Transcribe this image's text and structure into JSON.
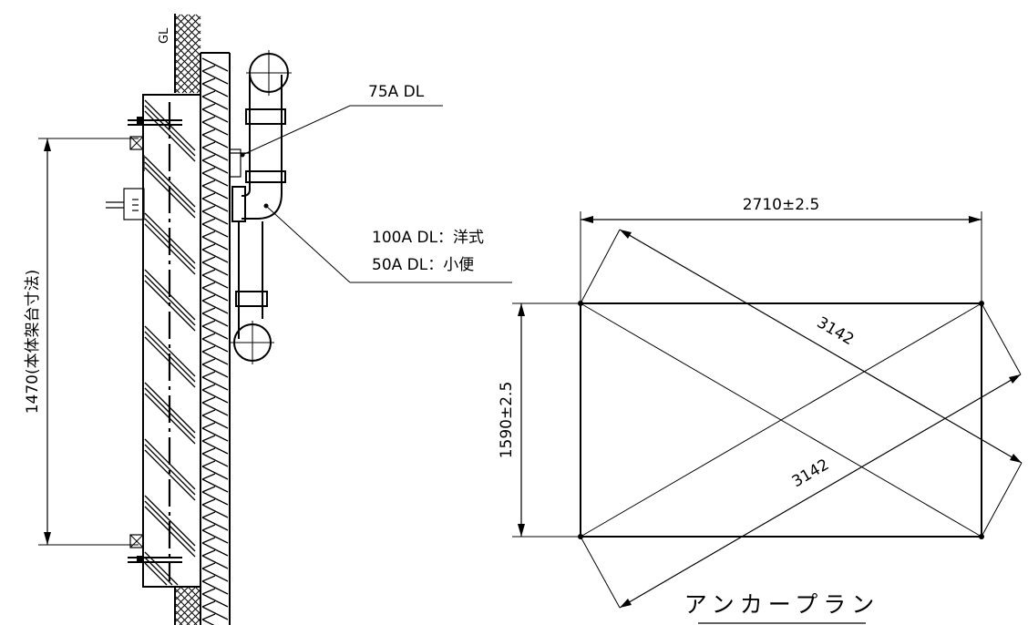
{
  "section_view": {
    "gl_label": "GL",
    "height_dimension": "1470(本体架台寸法)",
    "callout_top": "75A DL",
    "callout_bottom_line1": "100A DL：洋式",
    "callout_bottom_line2": "50A DL：小便"
  },
  "anchor_plan": {
    "title": "アンカープラン",
    "width_dimension": "2710±2.5",
    "height_dimension": "1590±2.5",
    "diagonal_upper": "3142",
    "diagonal_lower": "3142"
  }
}
